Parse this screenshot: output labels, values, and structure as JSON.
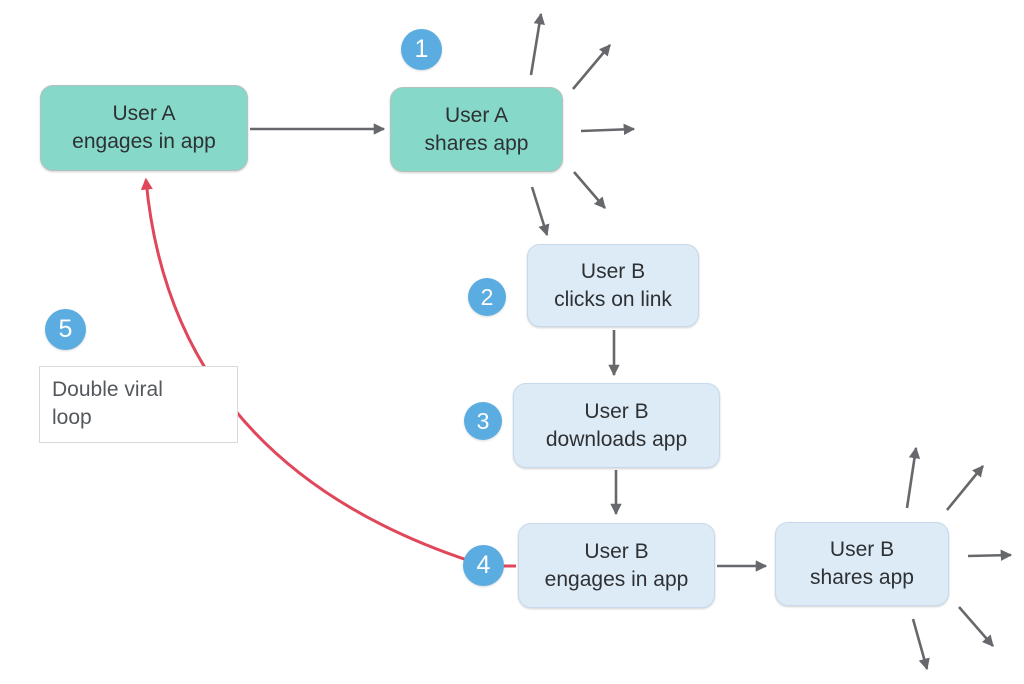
{
  "diagram": {
    "type": "flow-diagram",
    "topic": "Double viral loop",
    "colors": {
      "background": "#ffffff",
      "teal_node_fill": "#86d9c9",
      "blue_node_fill": "#ddebf7",
      "blue_node_border": "#c6daeb",
      "badge_fill": "#5aace1",
      "badge_text": "#ffffff",
      "arrow_gray": "#66686b",
      "loop_red": "#e0475a",
      "node_text": "#2e3134",
      "label_text": "#54585c"
    },
    "nodes": [
      {
        "id": "user-a-engages",
        "line1": "User A",
        "line2": "engages in app"
      },
      {
        "id": "user-a-shares",
        "line1": "User A",
        "line2": "shares app"
      },
      {
        "id": "user-b-clicks",
        "line1": "User B",
        "line2": "clicks on link"
      },
      {
        "id": "user-b-downloads",
        "line1": "User B",
        "line2": "downloads app"
      },
      {
        "id": "user-b-engages",
        "line1": "User B",
        "line2": "engages in app"
      },
      {
        "id": "user-b-shares",
        "line1": "User B",
        "line2": "shares app"
      }
    ],
    "badges": [
      "1",
      "2",
      "3",
      "4",
      "5"
    ],
    "loop_label": {
      "line1": "Double viral",
      "line2": "loop"
    },
    "edges": [
      {
        "from": "user-a-engages",
        "to": "user-a-shares",
        "style": "gray-arrow"
      },
      {
        "from": "user-a-shares",
        "to": "fan-out",
        "style": "gray-arrows-x5"
      },
      {
        "from": "user-a-shares",
        "to": "user-b-clicks",
        "style": "gray-arrow"
      },
      {
        "from": "user-b-clicks",
        "to": "user-b-downloads",
        "style": "gray-arrow"
      },
      {
        "from": "user-b-downloads",
        "to": "user-b-engages",
        "style": "gray-arrow"
      },
      {
        "from": "user-b-engages",
        "to": "user-b-shares",
        "style": "gray-arrow"
      },
      {
        "from": "user-b-shares",
        "to": "fan-out",
        "style": "gray-arrows-x5"
      },
      {
        "from": "user-b-engages",
        "to": "user-a-engages",
        "style": "red-curve-loop"
      }
    ]
  }
}
